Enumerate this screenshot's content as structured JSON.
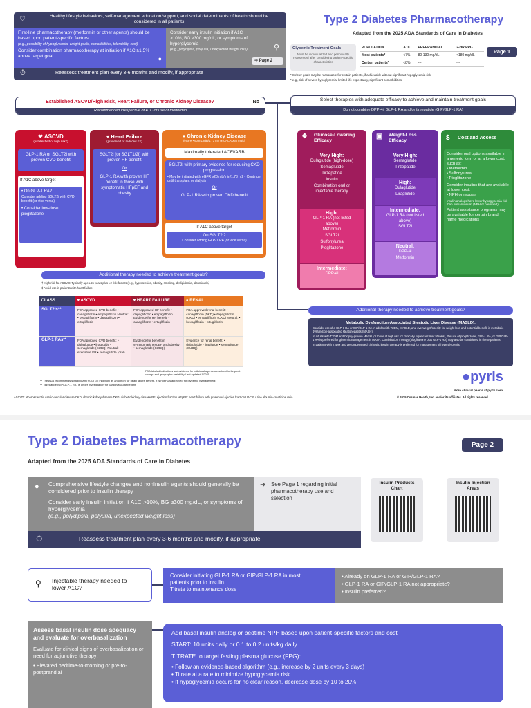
{
  "page1": {
    "title": "Type 2 Diabetes Pharmacotherapy",
    "subtitle": "Adapted from the 2025 ADA Standards of Care in Diabetes",
    "page_badge": "Page 1",
    "lifestyle": "Healthy lifestyle behaviors, self-management education/support, and social determinants of health should be considered in all patients",
    "first_line": "First-line pharmacotherapy (metformin or other agents) should be based upon patient-specific factors",
    "first_line_eg": "(e.g., possibility of hypoglycemia, weight goals, comorbidities, tolerability, cost)",
    "combo": "Consider combination pharmacotherapy at initiation if A1C ≥1.5% above target goal",
    "insulin_init": "Consider early insulin initiation if A1C >10%, BG ≥300 mg/dL, or symptoms of hyperglycemia",
    "insulin_eg": "(e.g., polydipsia, polyuria, unexpected weight loss)",
    "page2_link": "Page 2",
    "reassess": "Reassess treatment plan every 3-6 months and modify, if appropriate",
    "glycemic": {
      "label": "Glycemic Treatment Goals",
      "note": "Must be individualized and periodically reassessed after considering patient-specific characteristics",
      "headers": [
        "POPULATION",
        "A1C",
        "PREPRANDIAL",
        "2-HR PPG"
      ],
      "rows": [
        [
          "Most patients*",
          "<7%",
          "80-130 mg/dL",
          "<180 mg/dL"
        ],
        [
          "Certain patients*",
          "<8%",
          "---",
          "---"
        ]
      ],
      "foot1": "* Stricter goals may be reasonable for certain patients, if achievable without significant hypoglycemia risk",
      "foot2": "* e.g., risk of severe hypoglycemia, limited life expectancy, significant comorbidities"
    },
    "established": "Established ASCVD/High Risk, Heart Failure, or Chronic Kidney Disease?",
    "established_sub": "Recommended irrespective of A1C or use of metformin",
    "no": "No",
    "select": "Select therapies with adequate efficacy to achieve and maintain treatment goals",
    "select_sub": "Do not combine DPP-4i, GLP-1 RA and/or tirzepatide (GIP/GLP-1 RA)",
    "ascvd": {
      "title": "ASCVD",
      "sub": "(established or high risk†)",
      "body": "GLP-1 RA or SGLT2i with proven CVD benefit",
      "if": "If A1C above target",
      "on": "• On GLP-1 RA?",
      "on_sub": "Consider adding SGLT2i with CVD benefit (or vice versa)",
      "low": "• Consider low-dose pioglitazone"
    },
    "hf": {
      "title": "Heart Failure",
      "sub": "(preserved or reduced EF)",
      "body": "SGLT2i (or SGLT1/2i) with proven HF benefit",
      "or": "Or",
      "body2": "GLP-1 RA with proven HF benefit in those with symptomatic HFpEF and obesity"
    },
    "ckd": {
      "title": "Chronic Kidney Disease",
      "sub": "(eGFR <60 mL/min/1.73 m2 or UACR ≥30 mg/g)",
      "ace": "Maximally tolerated ACEi/ARB",
      "sglt": "SGLT2i with primary evidence for reducing CKD progression",
      "sglt_notes": "• May be initiated with eGFR ≥20 mL/min/1.73 m2 • Continue until transplant or dialysis",
      "or": "Or",
      "glp": "GLP-1 RA with proven CKD benefit",
      "if": "If A1C above target",
      "on": "On SGLT2i?",
      "on_sub": "Consider adding GLP-1 RA (or vice versa)"
    },
    "glucose": {
      "title": "Glucose-Lowering Efficacy",
      "tiers": [
        {
          "name": "Very High:",
          "drugs": [
            "Dulaglutide (high-dose)",
            "Semaglutide",
            "Tirzepatide",
            "Insulin",
            "Combination oral or injectable therapy"
          ]
        },
        {
          "name": "High:",
          "drugs": [
            "GLP-1 RA (not listed above)",
            "Metformin",
            "SGLT2i",
            "Sulfonylurea",
            "Pioglitazone"
          ]
        },
        {
          "name": "Intermediate:",
          "drugs": [
            "DPP-4i"
          ]
        }
      ]
    },
    "weight": {
      "title": "Weight-Loss Efficacy",
      "tiers": [
        {
          "name": "Very High:",
          "drugs": [
            "Semaglutide",
            "Tirzepatide"
          ]
        },
        {
          "name": "High:",
          "drugs": [
            "Dulaglutide",
            "Liraglutide"
          ]
        },
        {
          "name": "Intermediate:",
          "drugs": [
            "GLP-1 RA (not listed above)",
            "SGLT2i"
          ]
        },
        {
          "name": "Neutral:",
          "drugs": [
            "DPP-4i",
            "Metformin"
          ]
        }
      ]
    },
    "cost": {
      "title": "Cost and Access",
      "p1": "Consider oral options available in a generic form or at a lower cost, such as:",
      "l1": [
        "Metformin",
        "Sulfonylurea",
        "Pioglitazone"
      ],
      "p2": "Consider insulins that are available at lower cost:",
      "l2": [
        "NPH or regular"
      ],
      "p2note": "Insulin analogs have lower hypoglycemia risk than human insulin (NPH or premixed)",
      "p3": "Patient assistance programs may be available for certain brand name medications"
    },
    "additional": "Additional therapy needed to achieve treatment goals?",
    "high_risk_note": "† High risk for ASCVD: Typically age ≥55 years plus ≥2 risk factors (e.g., hypertension, obesity, smoking, dyslipidemia, albuminuria)",
    "hf_note": "‡ Avoid use in patients with heart failure",
    "class_table": {
      "headers": [
        "CLASS",
        "ASCVD",
        "HEART FAILURE",
        "RENAL"
      ],
      "rows": [
        {
          "cls": "SGLT2is**",
          "ascvd": "FDA approved CVD benefit: • canagliflozin • empagliflozin  Neutral: • bexagliflozin • dapagliflozin • ertugliflozin",
          "hf": "FDA approved HF benefit: • dapagliflozin • empagliflozin  Evidence for HF benefit: • canagliflozin • ertugliflozin",
          "renal": "FDA approved renal benefit: • canagliflozin (DKD) • dapagliflozin (CKD) • empagliflozin (CKD)  Neutral: • bexagliflozin • ertugliflozin"
        },
        {
          "cls": "GLP-1 RAs**",
          "ascvd": "FDA approved CVD benefit: • dulaglutide • liraglutide • semaglutide (SUBQ)  Neutral: • exenatide ER • semaglutide (oral)",
          "hf": "Evidence for benefit in symptomatic HFpEF and obesity: • semaglutide (SUBQ)",
          "renal": "Evidence for renal benefit: • dulaglutide • liraglutide • semaglutide (SUBQ)"
        }
      ],
      "note_fda": "FDA-labeled indications and evidence for individual agents are subject to frequent change and geographic variability. Last updated 1/2025",
      "foot1": "** The ADA recommends sotagliflozin (SGLT1/2 inhibitor) as an option for heart failure benefit. It is not FDA approved for glycemic management",
      "foot2": "** Tirzepatide (GIP/GLP-1 RA) is under investigation for cardiovascular benefit"
    },
    "masld": {
      "title": "Metabolic Dysfunction-Associated Steatotic Liver Disease (MASLD):",
      "p1": "Consider use of a GLP-1 RA or GIP/GLP-1 RA in adults with T2DM, MASLD, and overweight/obesity for weight loss and potential benefit in metabolic dysfunction-associated steatohepatitis (MASH).",
      "p2": "In adults with T2DM and biopsy-proven MASH (or those at high risk for clinically significant liver fibrosis), the use of pioglitazone, GLP-1 RA, or GIP/GLP-1 RA is preferred for glycemic management in MASH. Combination therapy (pioglitazone plus GLP-1 RA) may also be considered in these patients.",
      "p3": "In patients with T2DM and decompensated cirrhosis, insulin therapy is preferred for management of hyperglycemia."
    },
    "brand": "pyrls",
    "more": "More clinical pearls at pyrls.com",
    "abbrev": "ASCVD: atherosclerotic cardiovascular disease CKD: chronic kidney disease DKD: diabetic kidney disease EF: ejection fraction HFpEF: heart failure with preserved ejection fraction UACR: urine albumin-creatinine ratio",
    "copyright": "© 2025 Cosmas Health, Inc. and/or its affiliates. All rights reserved."
  },
  "page2": {
    "title": "Type 2 Diabetes Pharmacotherapy",
    "subtitle": "Adapted from the 2025 ADA Standards of Care in Diabetes",
    "page_badge": "Page 2",
    "comprehensive": "Comprehensive lifestyle changes and noninsulin agents should generally be considered prior to insulin therapy",
    "consider": "Consider early insulin initiation if A1C >10%, BG ≥300 mg/dL, or symptoms of hyperglycemia",
    "consider_eg": "(e.g., polydipsia, polyuria, unexpected weight loss)",
    "see_page1": "See Page 1 regarding initial pharmacotherapy use and selection",
    "qr1": "Insulin Products Chart",
    "qr2": "Insulin Injection Areas",
    "reassess": "Reassess treatment plan every 3-6 months and modify, if appropriate",
    "injectable": "Injectable therapy needed to lower A1C?",
    "glp_init": "Consider initiating GLP-1 RA or GIP/GLP-1 RA in most patients prior to insulin",
    "titrate": "Titrate to maintenance dose",
    "already": [
      "Already on GLP-1 RA or GIP/GLP-1 RA?",
      "GLP-1 RA or GIP/GLP-1 RA not appropriate?",
      "Insulin preferred?"
    ],
    "assess_title": "Assess basal insulin dose adequacy and evaluate for overbasalization",
    "assess_body": "Evaluate for clinical signs of overbasalization or need for adjunctive therapy:",
    "assess_list": [
      "Elevated bedtime-to-morning or pre-to-postprandial"
    ],
    "basal": "Add basal insulin analog or bedtime NPH based upon patient-specific factors and cost",
    "start": "START: 10 units daily or 0.1 to 0.2 units/kg daily",
    "titrate_fpg": "TITRATE to target fasting plasma glucose (FPG):",
    "fpg_list": [
      "Follow an evidence-based algorithm (e.g., increase by 2 units every 3 days)",
      "Titrate at a rate to minimize hypoglycemia risk",
      "If hypoglycemia occurs for no clear reason, decrease dose by 10 to 20%"
    ]
  },
  "colors": {
    "navy": "#3b3f66",
    "purple": "#5b5fd6",
    "ascvd": "#c8102e",
    "hf": "#9e1b32",
    "ckd": "#e87722",
    "glucose": "#a01c5c",
    "weight": "#6a2ca0",
    "cost": "#2e8b3a",
    "red_text": "#c8102e"
  }
}
